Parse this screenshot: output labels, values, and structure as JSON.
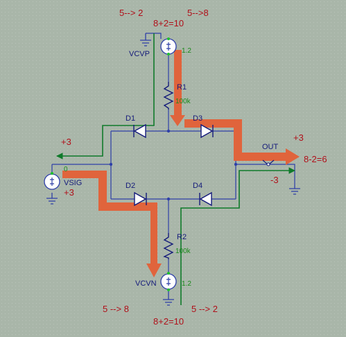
{
  "components": {
    "vcvp": {
      "name": "VCVP",
      "value": "1.2"
    },
    "vcvn": {
      "name": "VCVN",
      "value": "1.2"
    },
    "r1": {
      "name": "R1",
      "value": "100k"
    },
    "r2": {
      "name": "R2",
      "value": "100k"
    },
    "d1": {
      "name": "D1"
    },
    "d2": {
      "name": "D2"
    },
    "d3": {
      "name": "D3"
    },
    "d4": {
      "name": "D4"
    },
    "vsig": {
      "name": "VSIG",
      "value": "0"
    },
    "out": {
      "name": "OUT"
    }
  },
  "annotations": {
    "top_left": "5--> 2",
    "top_center": "8+2=10",
    "top_right": "5-->8",
    "left_plus": "+3",
    "vsig_plus": "+3",
    "out_plus": "+3",
    "out_result": "8-2=6",
    "out_minus": "-3",
    "bottom_left": "5 --> 8",
    "bottom_center": "8+2=10",
    "bottom_right": "5 --> 2"
  },
  "colors": {
    "wire": "#2e3fa8",
    "green_path": "#0f7a2a",
    "orange_arrow": "#e0643c",
    "annotation": "#b0101a"
  }
}
